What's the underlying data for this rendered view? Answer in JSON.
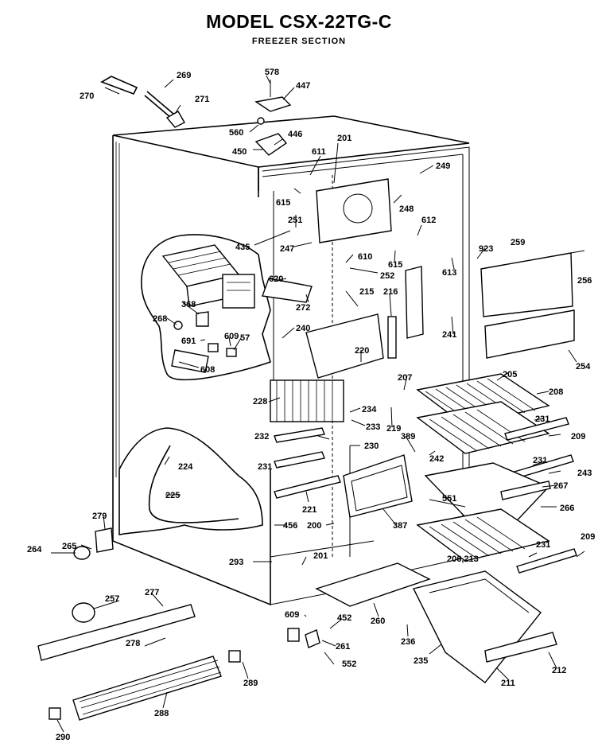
{
  "title": "MODEL CSX-22TG-C",
  "subtitle": "FREEZER SECTION",
  "part_labels": {
    "p578": "578",
    "p447": "447",
    "p269": "269",
    "p270": "270",
    "p271": "271",
    "p560": "560",
    "p446": "446",
    "p450": "450",
    "p611": "611",
    "p201a": "201",
    "p249": "249",
    "p615a": "615",
    "p248": "248",
    "p251": "251",
    "p612": "612",
    "p435": "435",
    "p247": "247",
    "p610": "610",
    "p615b": "615",
    "p923": "923",
    "p259": "259",
    "p256": "256",
    "p613": "613",
    "p252": "252",
    "p620": "620",
    "p272": "272",
    "p215": "215",
    "p216": "216",
    "p368": "368",
    "p268": "268",
    "p691": "691",
    "p609a": "609",
    "p57": "57",
    "p240": "240",
    "p241": "241",
    "p608": "608",
    "p220": "220",
    "p254": "254",
    "p207": "207",
    "p205": "205",
    "p208": "208",
    "p228": "228",
    "p234": "234",
    "p219": "219",
    "p233": "233",
    "p231a": "231",
    "p232": "232",
    "p389": "389",
    "p209a": "209",
    "p224": "224",
    "p230": "230",
    "p242": "242",
    "p231b": "231",
    "p231c": "231",
    "p243": "243",
    "p267": "267",
    "p225": "225",
    "p221": "221",
    "p551": "551",
    "p266": "266",
    "p279": "279",
    "p387": "387",
    "p456": "456",
    "p200": "200",
    "p209b": "209",
    "p264": "264",
    "p265": "265",
    "p206": "206,213",
    "p231d": "231",
    "p201b": "201",
    "p293": "293",
    "p257": "257",
    "p277": "277",
    "p609b": "609",
    "p452": "452",
    "p260": "260",
    "p278": "278",
    "p261": "261",
    "p236": "236",
    "p235": "235",
    "p212": "212",
    "p552": "552",
    "p211": "211",
    "p289": "289",
    "p288": "288",
    "p290": "290"
  }
}
